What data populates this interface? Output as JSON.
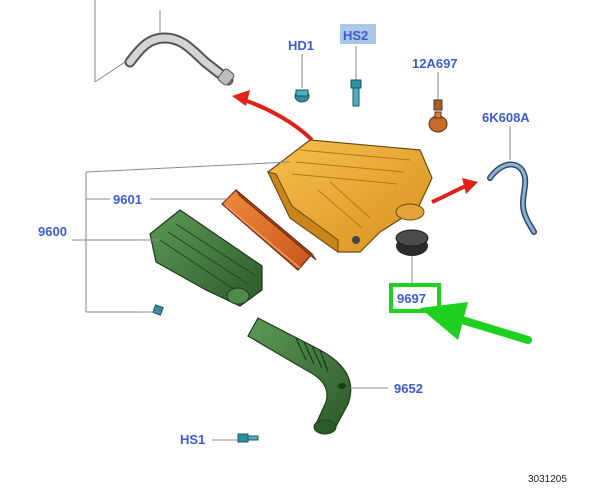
{
  "labels": {
    "hd1": "HD1",
    "hs2": "HS2",
    "p12a697": "12A697",
    "p6k608a": "6K608A",
    "p9601": "9601",
    "p9600": "9600",
    "p9697": "9697",
    "p9652": "9652",
    "hs1": "HS1",
    "figure_number": "3031205"
  },
  "colors": {
    "callout_text": "#3b5bd6",
    "hs2_badge": "#a9c8e6",
    "highlight_box": "#1fd11f",
    "highlight_arrow": "#1fd11f",
    "airbox_cover": "#f0a830",
    "filter_element": "#e5702a",
    "resonator": "#3f7a3c",
    "red_arrow": "#e0211a"
  }
}
